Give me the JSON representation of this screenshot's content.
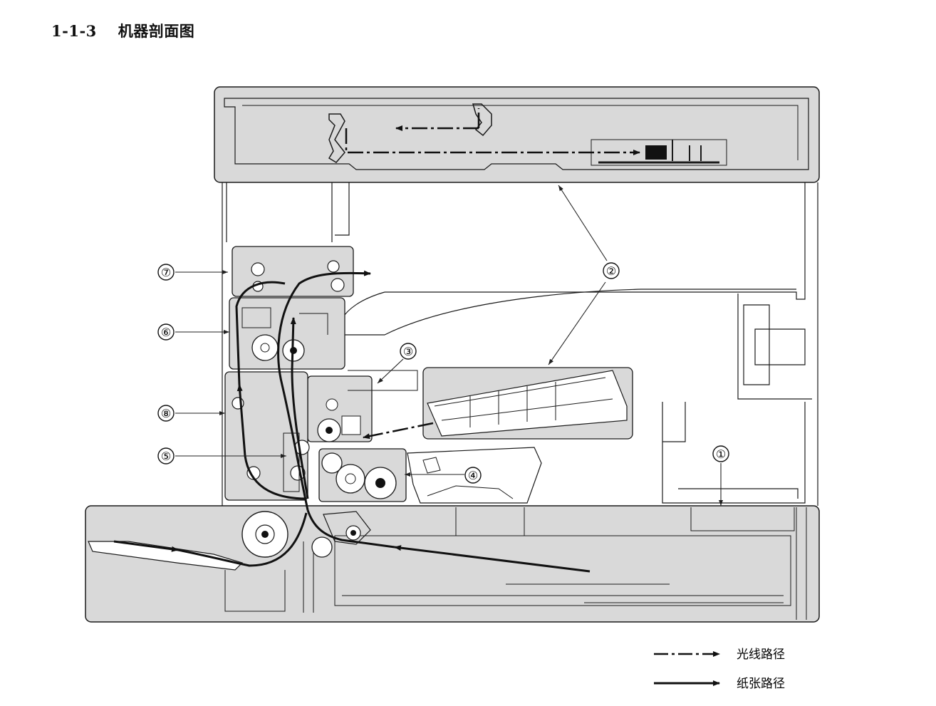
{
  "heading": {
    "number": "1-1-3",
    "title": "机器剖面图"
  },
  "callouts": [
    "①",
    "②",
    "③",
    "④",
    "⑤",
    "⑥",
    "⑦",
    "⑧"
  ],
  "legend": {
    "light_path": "光线路径",
    "paper_path": "纸张路径"
  },
  "colors": {
    "housing_fill": "#d9d9d9",
    "line": "#1a1a1a",
    "background": "#ffffff"
  }
}
